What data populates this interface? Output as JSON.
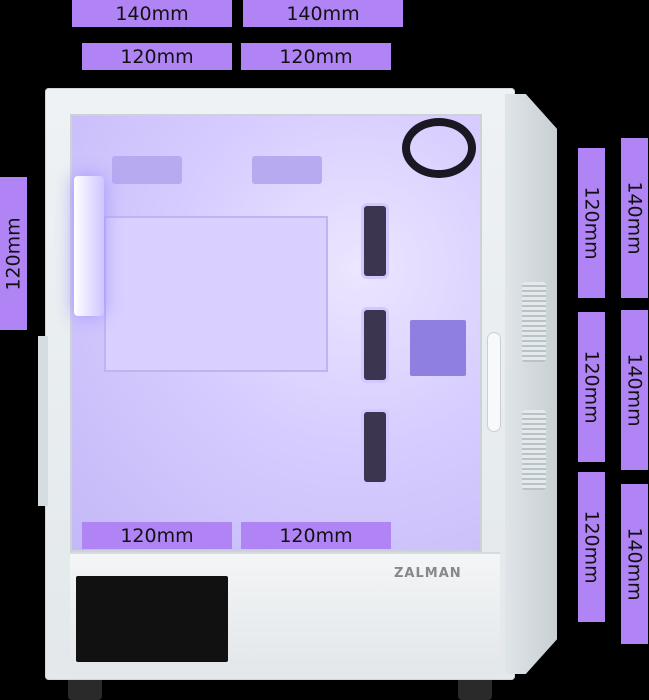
{
  "top_labels": {
    "row1": [
      "140mm",
      "140mm"
    ],
    "row2": [
      "120mm",
      "120mm"
    ]
  },
  "front_label": "120mm",
  "bottom_labels": [
    "120mm",
    "120mm"
  ],
  "right_labels": {
    "inner": [
      "120mm",
      "120mm",
      "120mm"
    ],
    "outer": [
      "140mm",
      "140mm",
      "140mm"
    ]
  },
  "case": {
    "brand": "ZALMAN"
  },
  "colors": {
    "label_bg": "#b084f5",
    "background": "#000000",
    "interior_glow": "#c4b8f7"
  }
}
